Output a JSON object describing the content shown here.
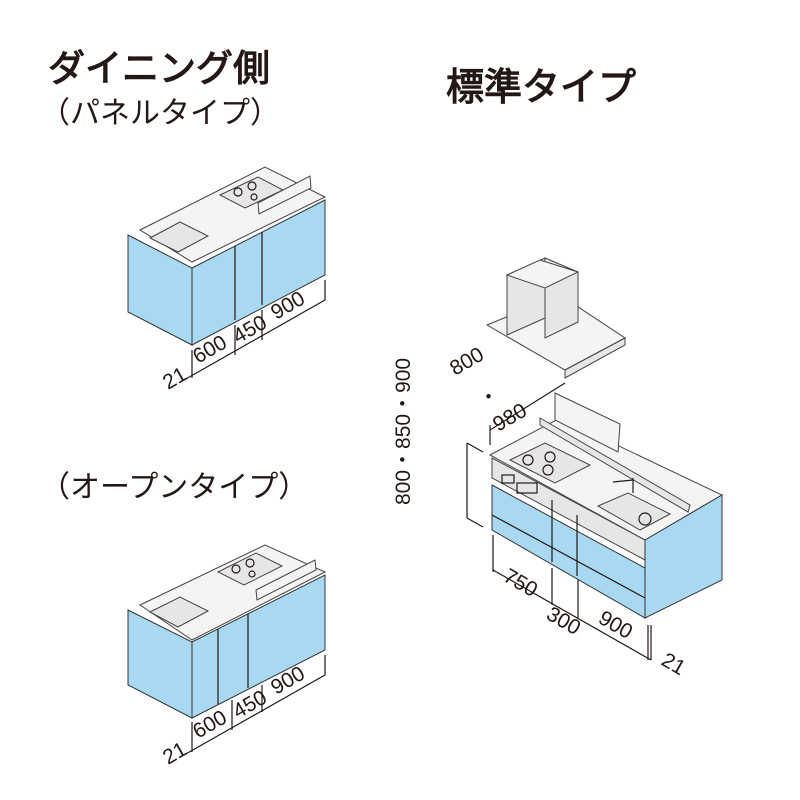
{
  "titles": {
    "dining_side": "ダイニング側",
    "panel_type": "（パネルタイプ）",
    "standard_type": "標準タイプ",
    "open_type": "（オープンタイプ）"
  },
  "panel_type_dims": [
    "21",
    "600",
    "450",
    "900"
  ],
  "open_type_dims": [
    "21",
    "600",
    "450",
    "900"
  ],
  "standard_dims": {
    "hood_height_1": "800",
    "hood_sep": "・",
    "hood_height_2": "980",
    "counter_height": "800・850・900",
    "width_1": "750",
    "width_2": "300",
    "width_3": "900",
    "panel": "21"
  },
  "colors": {
    "cabinet": "#a9d9f2"
  }
}
